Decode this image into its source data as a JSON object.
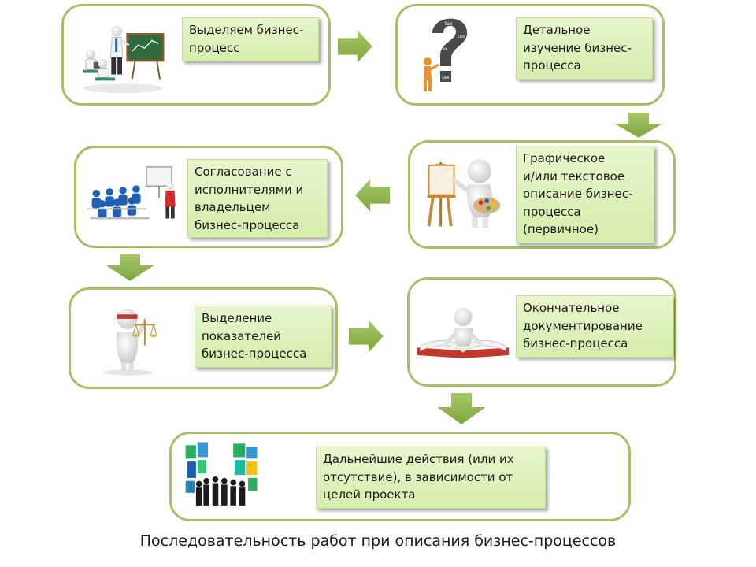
{
  "steps": [
    {
      "label": "Выделяем бизнес-\nпроцесс",
      "icon": "presentation-teacher-icon"
    },
    {
      "label": "Детальное\nизучение бизнес-\nпроцесса",
      "icon": "question-mark-icon"
    },
    {
      "label": "Графическое\nи/или текстовое\nописание бизнес-\nпроцесса\n(первичное)",
      "icon": "painter-easel-icon"
    },
    {
      "label": "Согласование с\nисполнителями и\nвладельцем\nбизнес-процесса",
      "icon": "meeting-audience-icon"
    },
    {
      "label": "Выделение\nпоказателей\nбизнес-процесса",
      "icon": "justice-scales-icon"
    },
    {
      "label": "Окончательное\nдокументирование\nбизнес-процесса",
      "icon": "open-book-icon"
    },
    {
      "label": "Дальнейшие действия (или их\nотсутствие), в зависимости от\nцелей проекта",
      "icon": "puzzle-team-icon"
    }
  ],
  "question_tags": [
    "tax",
    "tax",
    "tax",
    "tax"
  ],
  "caption": "Последовательность работ при описания бизнес-процессов",
  "colors": {
    "box_border": "#a7c066",
    "label_fill": "#dcefb6",
    "arrow": "#8fb04a",
    "figure": "#ececec",
    "accent_red": "#c0392b",
    "accent_blue": "#1f5fb4"
  }
}
